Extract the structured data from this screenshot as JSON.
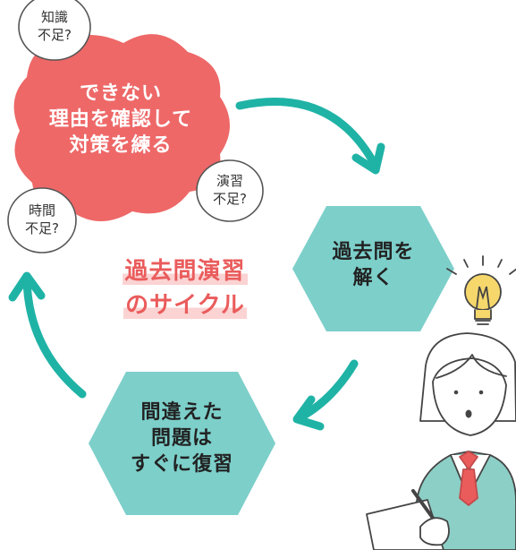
{
  "colors": {
    "red_shape": "#ee6868",
    "hexagon": "#7dcfca",
    "arrow": "#1fb3a6",
    "title_text": "#ea5c5c",
    "title_highlight": "#fbd3d3",
    "bubble_border": "#555555",
    "bulb": "#f6d76b"
  },
  "nodes": {
    "red": {
      "lines": [
        "できない",
        "理由を確認して",
        "対策を練る"
      ]
    },
    "hex_top": {
      "lines": [
        "過去問を",
        "解く"
      ]
    },
    "hex_bottom": {
      "lines": [
        "間違えた",
        "問題は",
        "すぐに復習"
      ]
    }
  },
  "bubbles": {
    "knowledge": {
      "lines": [
        "知識",
        "不足?"
      ]
    },
    "practice": {
      "lines": [
        "演習",
        "不足?"
      ]
    },
    "time": {
      "lines": [
        "時間",
        "不足?"
      ]
    }
  },
  "title": {
    "lines": [
      "過去問演習",
      "のサイクル"
    ]
  },
  "icons": [
    "arrow-icon",
    "light-bulb-icon",
    "student-illustration"
  ]
}
